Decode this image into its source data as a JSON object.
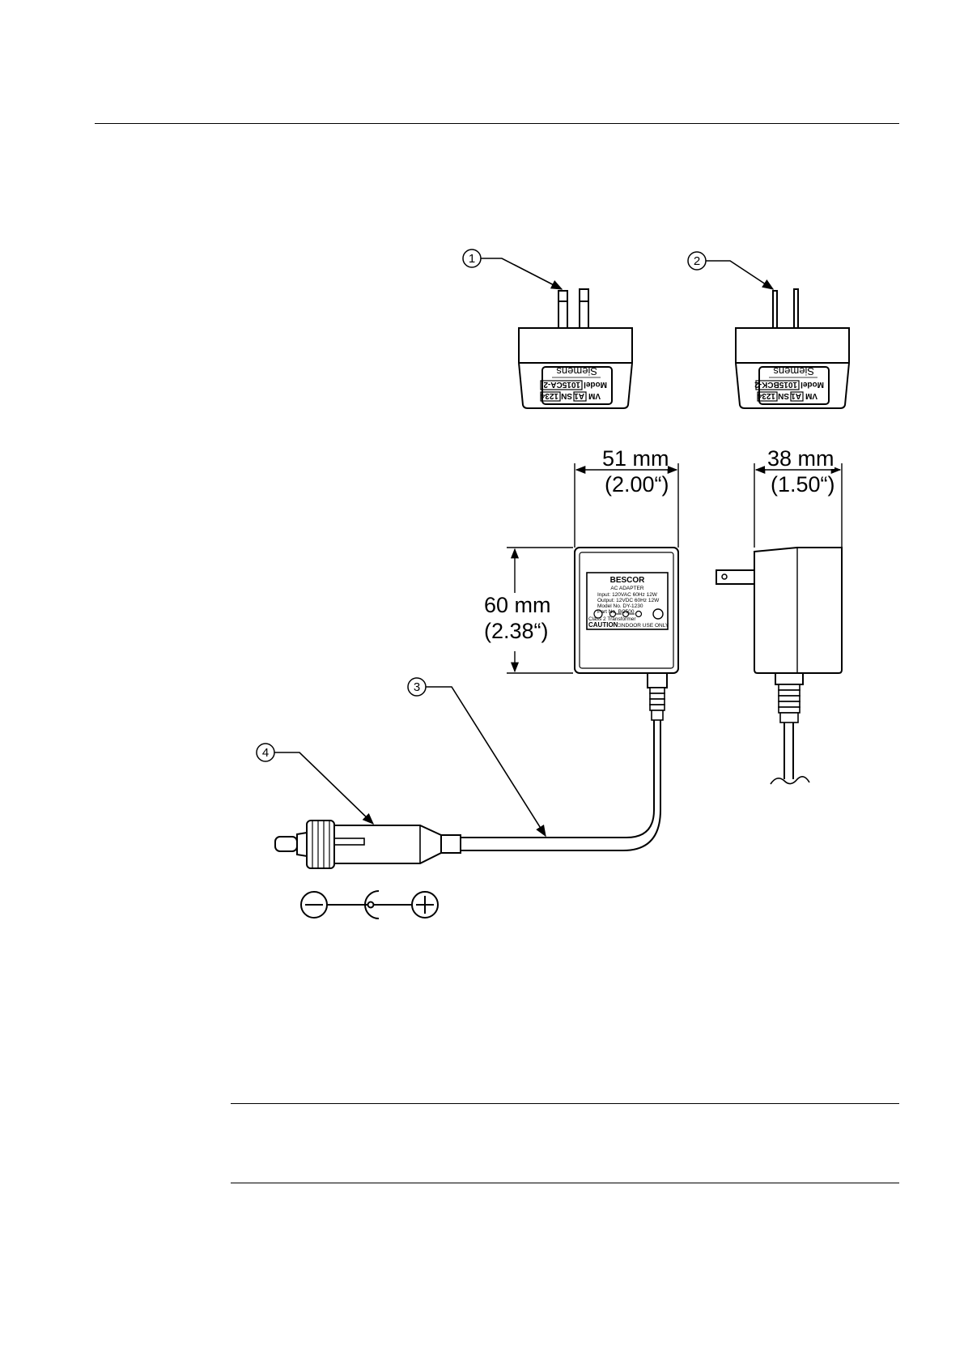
{
  "callouts": [
    "1",
    "2",
    "3",
    "4"
  ],
  "dimensions": {
    "width_a_mm": "51 mm",
    "width_a_in": "(2.00“)",
    "width_b_mm": "38 mm",
    "width_b_in": "(1.50“)",
    "height_mm": "60 mm",
    "height_in": "(2.38“)"
  },
  "adapter_labels": {
    "brand": "Siemens",
    "model_a": "1015CA-2",
    "model_b": "1015BCK-2",
    "model_prefix": "Model",
    "vm_prefix": "VM",
    "vm_value": "A1",
    "sn_prefix": "SN",
    "sn_value": "1234"
  },
  "bescor_label": {
    "title": "BESCOR",
    "subtitle": "AC ADAPTER",
    "input": "Input: 120VAC 60Hz 12W",
    "output": "Output: 12VDC 60Hz 12W",
    "model": "Model No. DY-1230",
    "part": "Part No. BC500",
    "class": "Class 2 Transformer",
    "caution": "CAUTION:",
    "caution_text": "INDOOR USE ONLY"
  },
  "polarity_icons": [
    "minus-icon",
    "center-pin-icon",
    "plus-icon"
  ]
}
